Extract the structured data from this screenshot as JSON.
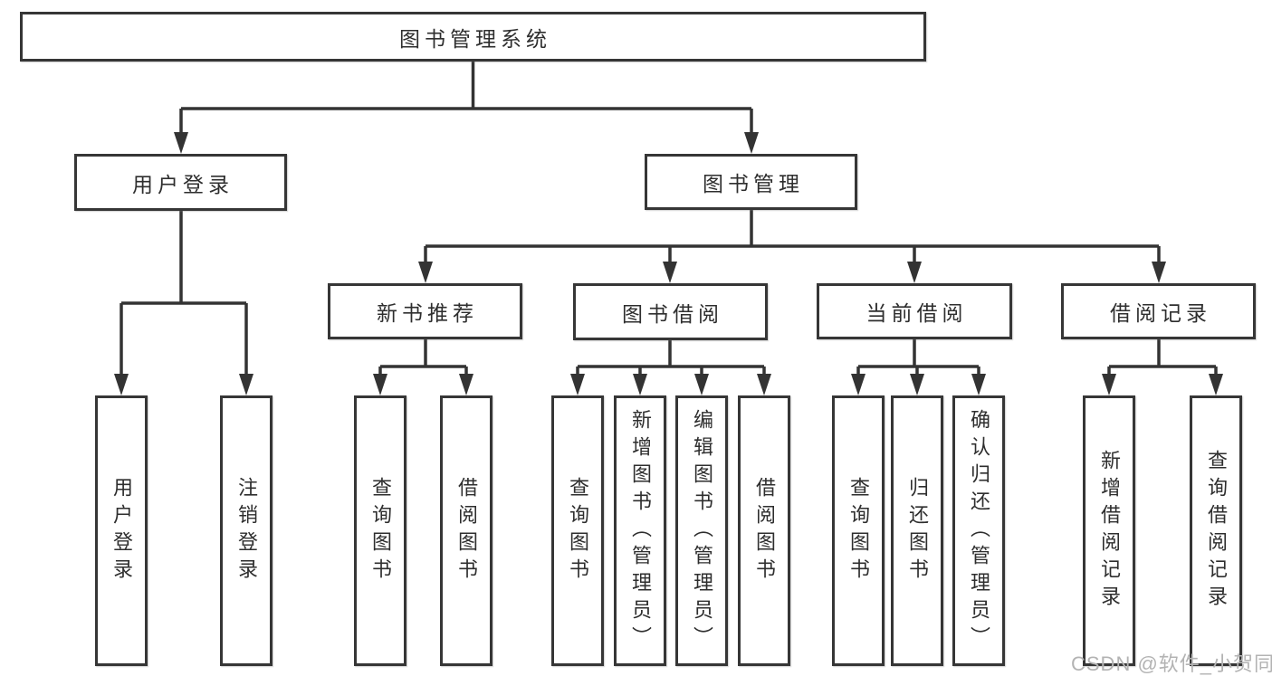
{
  "tree": {
    "label": "图书管理系统",
    "children": [
      {
        "label": "用户登录",
        "children": [
          {
            "label": "用户登录"
          },
          {
            "label": "注销登录"
          }
        ]
      },
      {
        "label": "图书管理",
        "children": [
          {
            "label": "新书推荐",
            "children": [
              {
                "label": "查询图书"
              },
              {
                "label": "借阅图书"
              }
            ]
          },
          {
            "label": "图书借阅",
            "children": [
              {
                "label": "查询图书"
              },
              {
                "label": "新增图书（管理员）"
              },
              {
                "label": "编辑图书（管理员）"
              },
              {
                "label": "借阅图书"
              }
            ]
          },
          {
            "label": "当前借阅",
            "children": [
              {
                "label": "查询图书"
              },
              {
                "label": "归还图书"
              },
              {
                "label": "确认归还（管理员）"
              }
            ]
          },
          {
            "label": "借阅记录",
            "children": [
              {
                "label": "新增借阅记录"
              },
              {
                "label": "查询借阅记录"
              }
            ]
          }
        ]
      }
    ]
  },
  "watermark": "CSDN @软件_小贺同学",
  "colors": {
    "line": "#333333",
    "border": "#363636",
    "text": "#2e2e2e",
    "watermark": "#b3b3b3",
    "background": "#ffffff"
  }
}
